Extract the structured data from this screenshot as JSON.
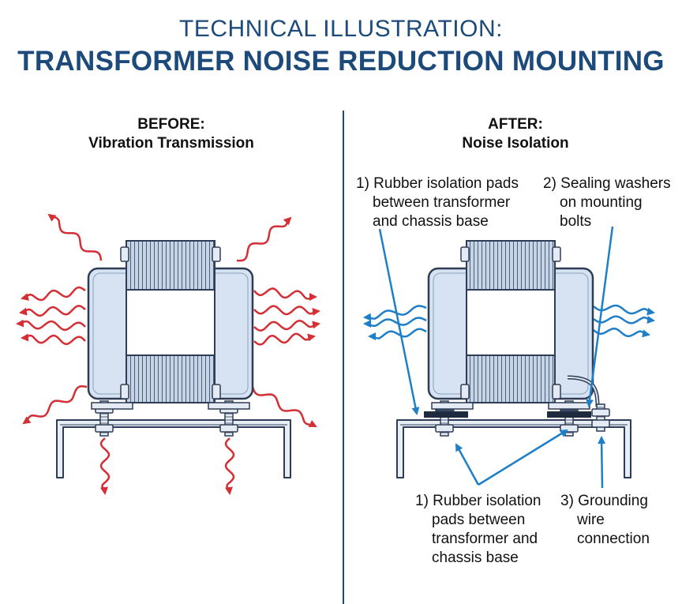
{
  "header": {
    "title_line1": "TECHNICAL ILLUSTRATION:",
    "title_line2": "TRANSFORMER NOISE REDUCTION MOUNTING"
  },
  "before": {
    "heading": "BEFORE:",
    "subheading": "Vibration Transmission"
  },
  "after": {
    "heading": "AFTER:",
    "subheading": "Noise Isolation",
    "callouts": [
      {
        "lines": [
          "1) Rubber isolation pads",
          "between transformer",
          "and chassis base"
        ]
      },
      {
        "lines": [
          "2) Sealing washers",
          "on mounting",
          "bolts"
        ]
      },
      {
        "lines": [
          "1) Rubber isolation",
          "pads between",
          "transformer and",
          "chassis base"
        ]
      },
      {
        "lines": [
          "3) Grounding",
          "wire",
          "connection"
        ]
      }
    ]
  },
  "colors": {
    "title": "#1c4a7a",
    "vibration_arrows": "#d42f34",
    "isolation_arrows": "#1e7fc8",
    "transformer_fill": "#d7e3f2",
    "outline": "#2e3d55",
    "rubber_pad": "#1e2a3d"
  }
}
